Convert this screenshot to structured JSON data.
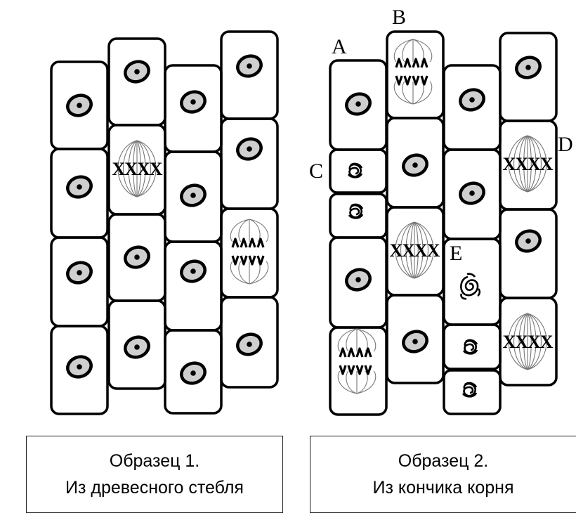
{
  "labels": {
    "a": "A",
    "b": "B",
    "c": "C",
    "d": "D",
    "e": "E"
  },
  "captions": {
    "sample1": {
      "line1": "Образец 1.",
      "line2": "Из древесного стебля"
    },
    "sample2": {
      "line1": "Образец 2.",
      "line2": "Из кончика корня"
    }
  }
}
